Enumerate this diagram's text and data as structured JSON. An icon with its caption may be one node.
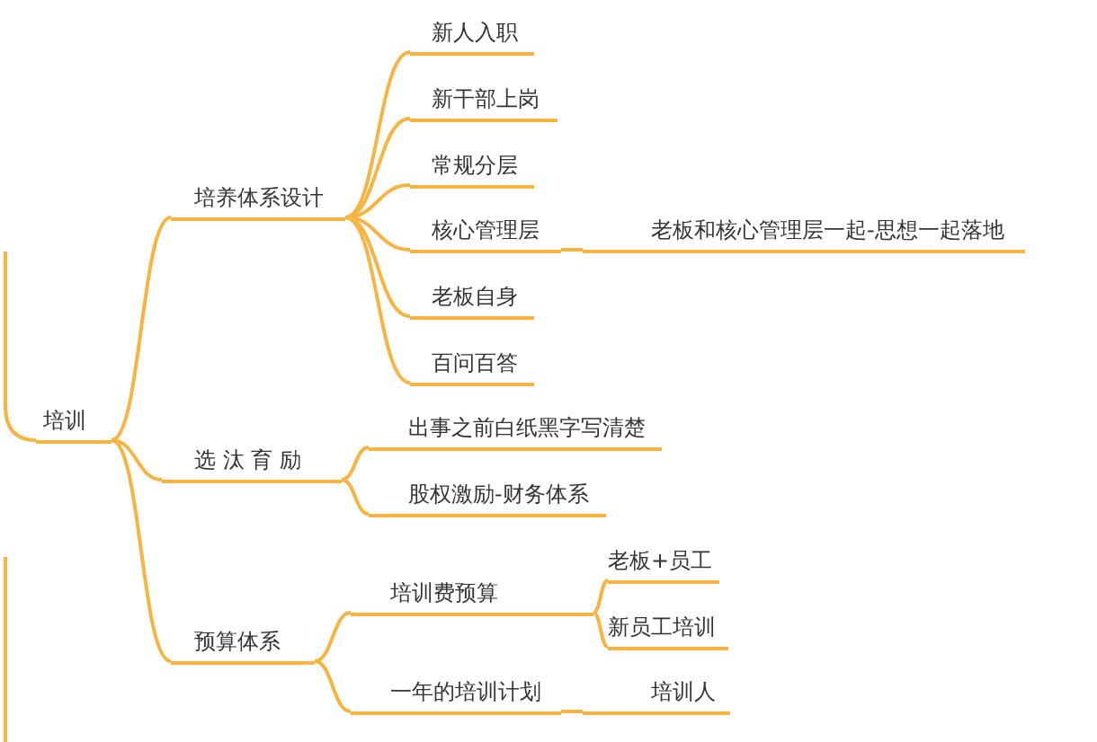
{
  "diagram": {
    "nodes": [
      {
        "text": [
          "培训"
        ]
      },
      {
        "text": [
          "培养体系设计"
        ]
      },
      {
        "text": [
          "新人入职"
        ]
      },
      {
        "text": [
          "新干部上岗"
        ]
      },
      {
        "text": [
          "常规分层"
        ]
      },
      {
        "text": [
          "核心管理层"
        ]
      },
      {
        "text": [
          "老板和核心管理层一起-思想一起落地"
        ]
      },
      {
        "text": [
          "老板自身"
        ]
      },
      {
        "text": [
          "百问百答"
        ]
      },
      {
        "text": [
          "选 汰 育 励"
        ]
      },
      {
        "text": [
          "出事之前白纸黑字写清楚"
        ]
      },
      {
        "text": [
          "股权激励-财务体系"
        ]
      },
      {
        "text": [
          "预算体系"
        ]
      },
      {
        "text": [
          "培训费预算"
        ]
      },
      {
        "text": [
          "老板+员工"
        ]
      },
      {
        "text": [
          "新员工培训"
        ]
      },
      {
        "text": [
          "一年的培训计划"
        ]
      },
      {
        "text": [
          "培训人"
        ]
      }
    ],
    "edges": [
      {
        "from": null,
        "to": 0,
        "arrow": "none"
      },
      {
        "from": 0,
        "to": 1,
        "arrow": "none"
      },
      {
        "from": 1,
        "to": 2,
        "arrow": "none"
      },
      {
        "from": 1,
        "to": 3,
        "arrow": "none"
      },
      {
        "from": 1,
        "to": 4,
        "arrow": "none"
      },
      {
        "from": 1,
        "to": 5,
        "arrow": "none"
      },
      {
        "from": 5,
        "to": 6,
        "arrow": "none"
      },
      {
        "from": 1,
        "to": 7,
        "arrow": "none"
      },
      {
        "from": 1,
        "to": 8,
        "arrow": "none"
      },
      {
        "from": 0,
        "to": 9,
        "arrow": "none"
      },
      {
        "from": 9,
        "to": 10,
        "arrow": "none"
      },
      {
        "from": 9,
        "to": 11,
        "arrow": "none"
      },
      {
        "from": 0,
        "to": 12,
        "arrow": "none"
      },
      {
        "from": 12,
        "to": 13,
        "arrow": "none"
      },
      {
        "from": 13,
        "to": 14,
        "arrow": "none"
      },
      {
        "from": 13,
        "to": 15,
        "arrow": "none"
      },
      {
        "from": 12,
        "to": 16,
        "arrow": "none"
      },
      {
        "from": 16,
        "to": 17,
        "arrow": "none"
      }
    ]
  }
}
